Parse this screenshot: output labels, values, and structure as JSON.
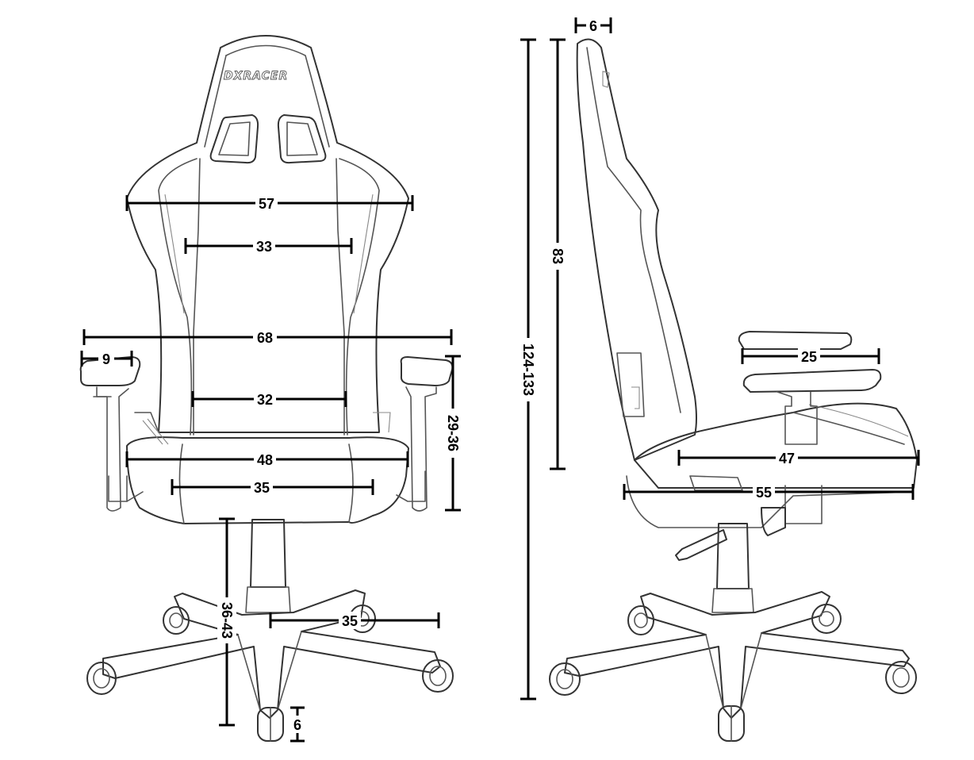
{
  "brand": {
    "logo_text": "DXRACER"
  },
  "front_view": {
    "backrest_width": "57",
    "backrest_inner_width": "33",
    "overall_width": "68",
    "armrest_width": "9",
    "lumbar_width": "32",
    "seat_width": "48",
    "seat_inner_width": "35",
    "armrest_height": "29-36",
    "seat_height": "36-43",
    "base_radius": "35",
    "caster_height": "6"
  },
  "side_view": {
    "backrest_depth": "6",
    "total_height": "124-133",
    "backrest_height": "83",
    "armrest_length": "25",
    "seat_depth": "47",
    "overall_depth": "55"
  }
}
